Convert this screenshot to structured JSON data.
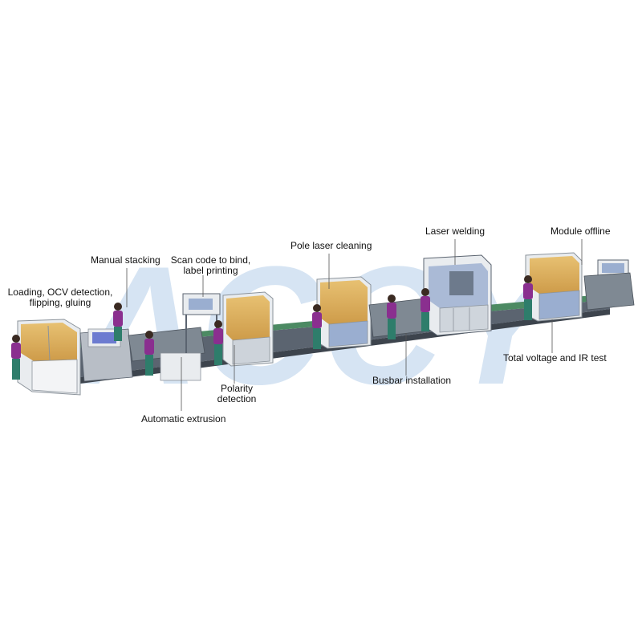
{
  "watermark": {
    "text": "ACCY"
  },
  "labels": {
    "loading_line1": "Loading, OCV detection,",
    "loading_line2": "flipping, gluing",
    "manual_stacking": "Manual stacking",
    "scan_line1": "Scan code to bind,",
    "scan_line2": "label printing",
    "polarity_line1": "Polarity",
    "polarity_line2": "detection",
    "automatic_extrusion": "Automatic extrusion",
    "pole_laser_cleaning": "Pole laser cleaning",
    "busbar_installation": "Busbar installation",
    "laser_welding": "Laser welding",
    "module_offline": "Module offline",
    "total_voltage": "Total voltage and IR test"
  },
  "colors": {
    "watermark": "#c9dcef",
    "frame": "#e9ecef",
    "frame_edge": "#8b939b",
    "panel_blue": "#9aaed0",
    "panel_gray": "#b8bec6",
    "base_dark": "#5b6470",
    "conveyor": "#4c8a63",
    "window_amber": "#d9a441",
    "worker_shirt": "#8a2f8f",
    "worker_pants": "#2e7d6b",
    "skin": "#3a2a22"
  }
}
